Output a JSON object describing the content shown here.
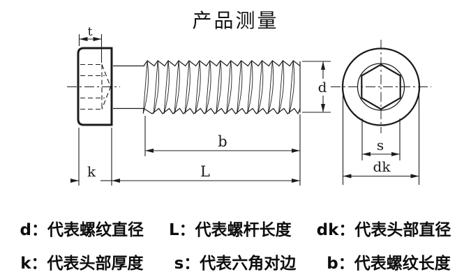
{
  "title": "产品测量",
  "colors": {
    "ink": "#1c1c1c",
    "background": "#ffffff"
  },
  "dims": {
    "t": "t",
    "k": "k",
    "L": "L",
    "b": "b",
    "d": "d",
    "s": "s",
    "dk": "dk"
  },
  "legend": {
    "row1": [
      "d：代表螺纹直径",
      "L：代表螺杆长度",
      "dk：代表头部直径"
    ],
    "row2": [
      "k：代表头部厚度",
      "s：代表六角对边",
      "b：代表螺纹长度"
    ]
  }
}
